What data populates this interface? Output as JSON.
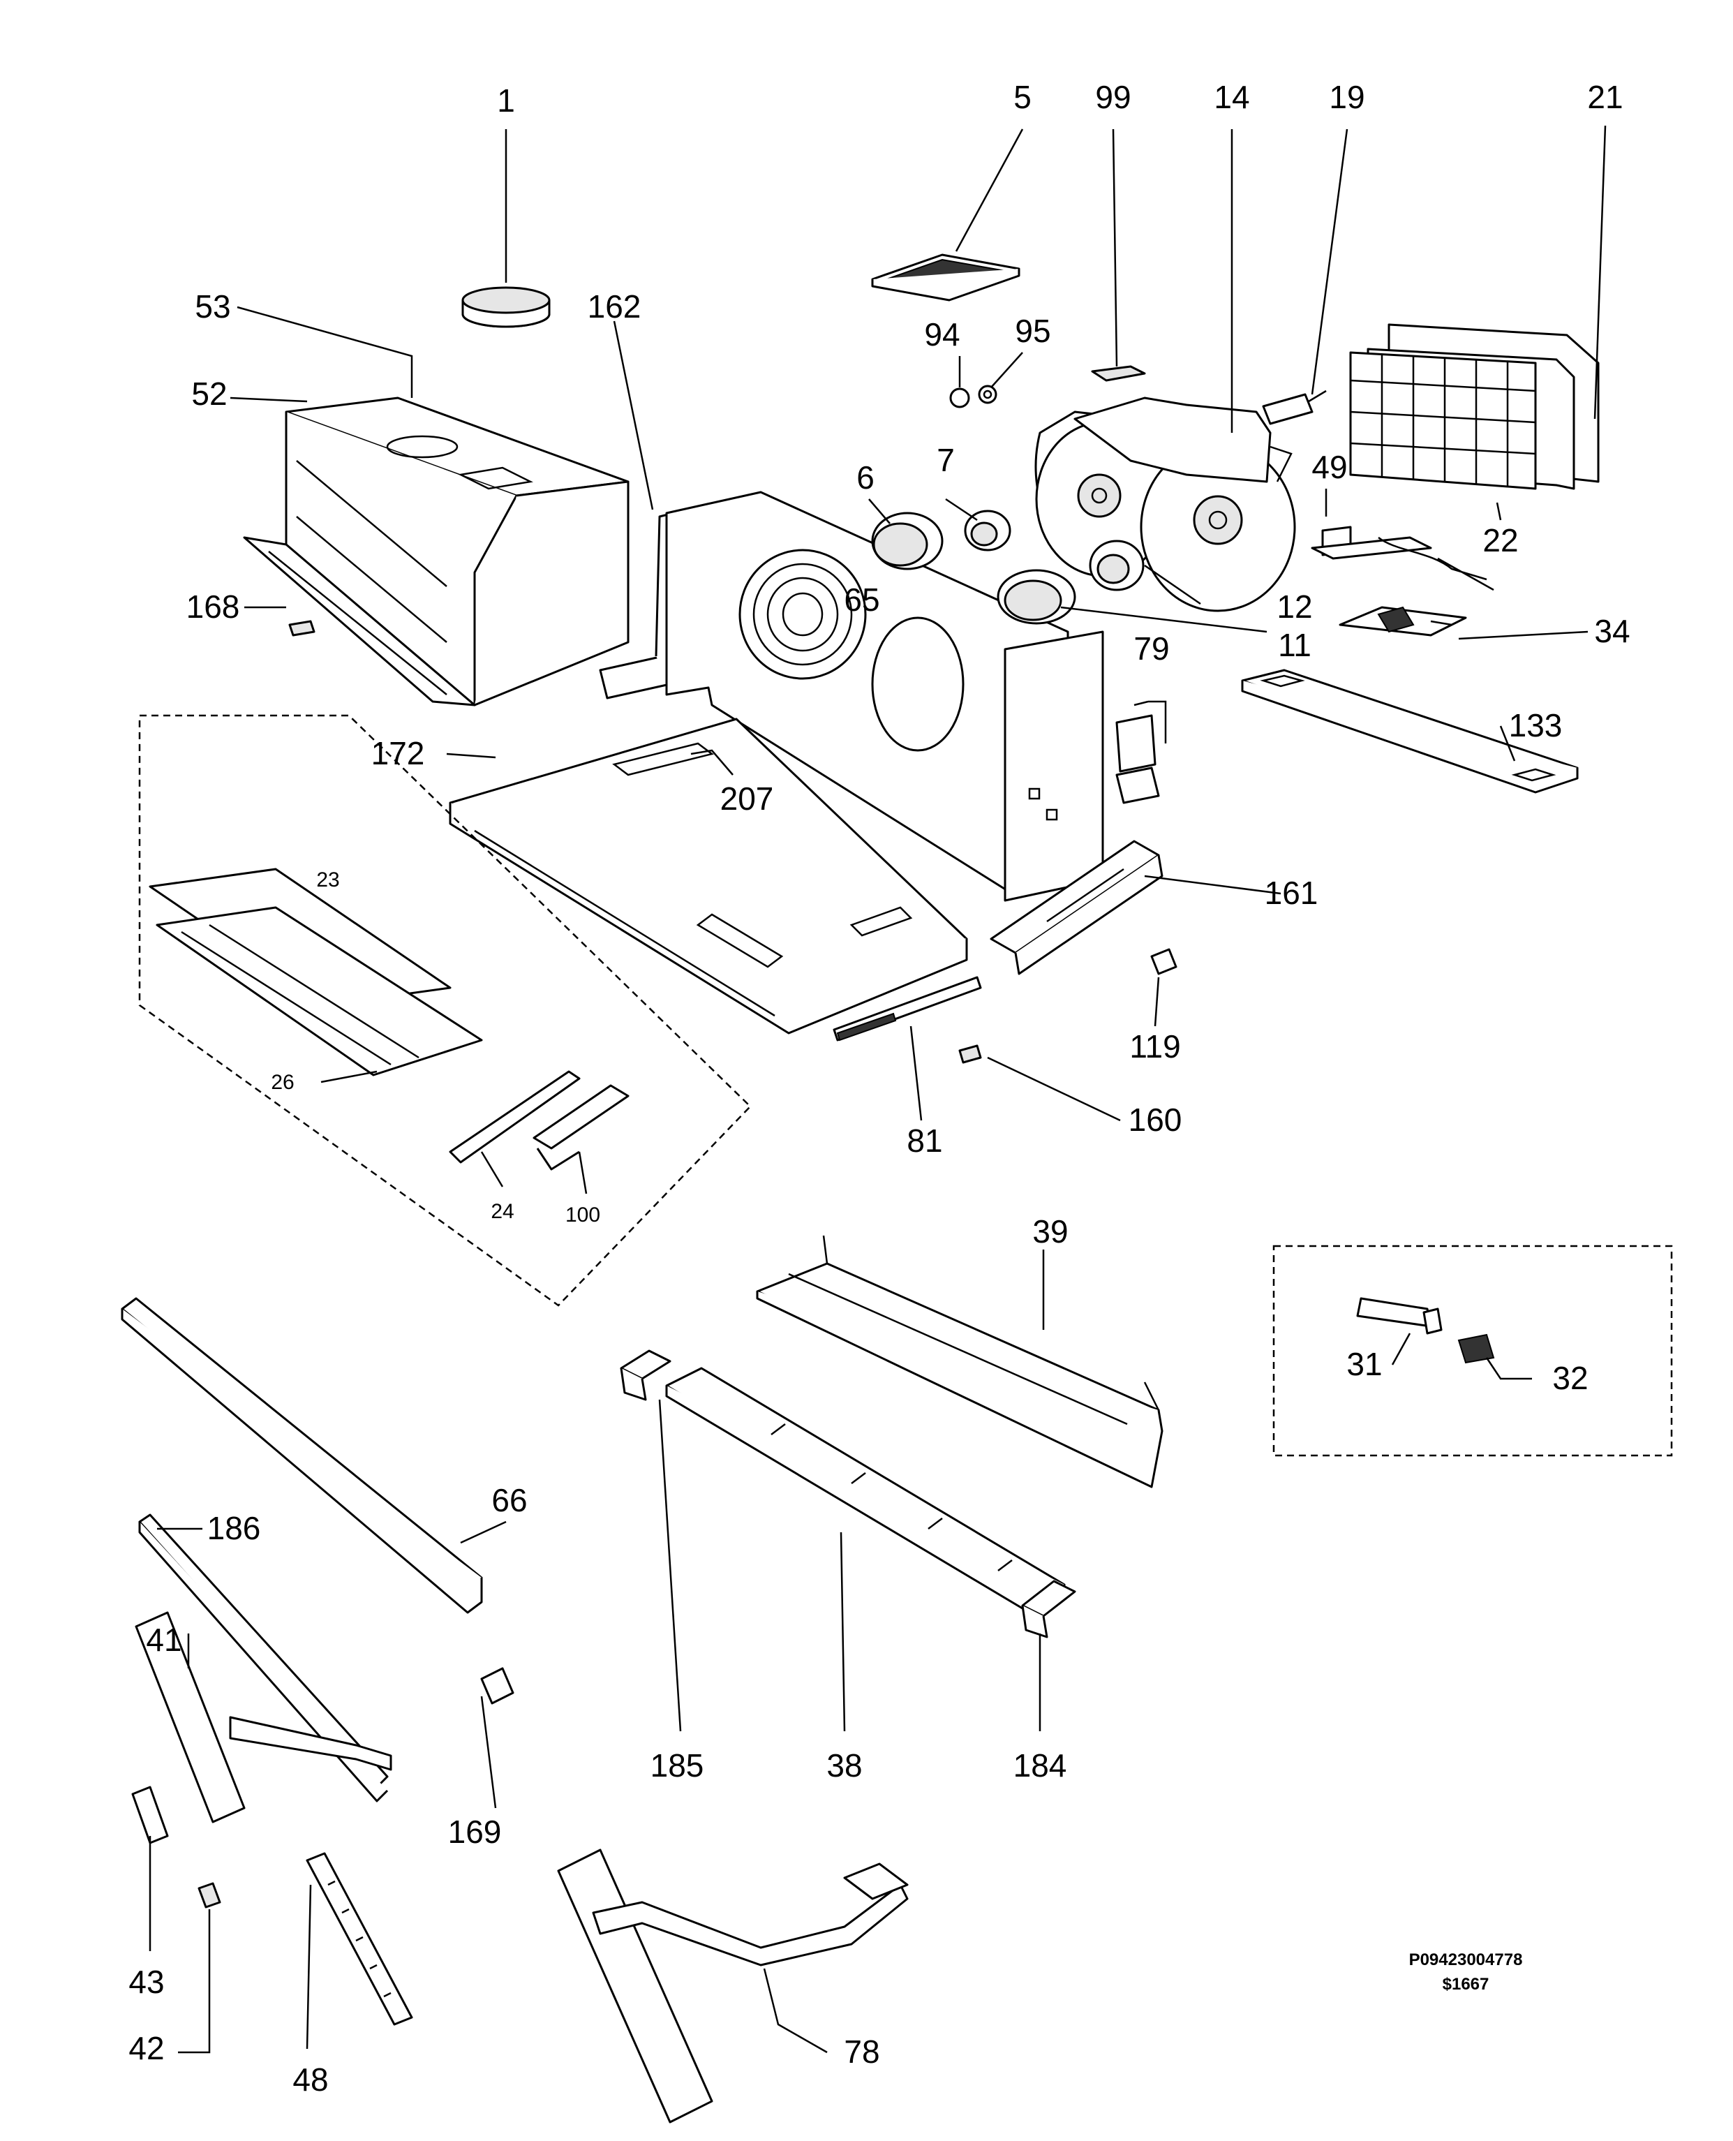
{
  "callouts": {
    "c1": "1",
    "c5": "5",
    "c99": "99",
    "c14": "14",
    "c19": "19",
    "c21": "21",
    "c53": "53",
    "c162": "162",
    "c94": "94",
    "c95": "95",
    "c52": "52",
    "c7": "7",
    "c6": "6",
    "c49": "49",
    "c22": "22",
    "c65": "65",
    "c12": "12",
    "c168": "168",
    "c11": "11",
    "c34": "34",
    "c79": "79",
    "c133": "133",
    "c172": "172",
    "c207": "207",
    "c23": "23",
    "c161": "161",
    "c119": "119",
    "c26": "26",
    "c160": "160",
    "c81": "81",
    "c24": "24",
    "c100": "100",
    "c39": "39",
    "c31": "31",
    "c32": "32",
    "c66": "66",
    "c186": "186",
    "c41": "41",
    "c185": "185",
    "c38": "38",
    "c184": "184",
    "c169": "169",
    "c43": "43",
    "c42": "42",
    "c48": "48",
    "c78": "78"
  },
  "drawing_code": {
    "line1": "P09423004778",
    "line2": "$1667"
  },
  "icons": {
    "1": "round-filter-cap-icon",
    "5": "vent-grille-icon",
    "52": "chimney-duct-housing-icon",
    "65": "fan-grille-icon",
    "172": "base-chassis-plate-icon",
    "21": "grease-filter-frame-icon",
    "22": "grease-filter-icon",
    "49": "transformer-icon",
    "34": "circuit-board-icon",
    "133": "rail-channel-icon",
    "39": "front-panel-channel-icon",
    "38": "glass-panel-icon",
    "66": "trim-bar-icon",
    "78": "handle-bracket-icon",
    "31": "lamp-bulb-icon",
    "32": "lamp-socket-icon"
  }
}
